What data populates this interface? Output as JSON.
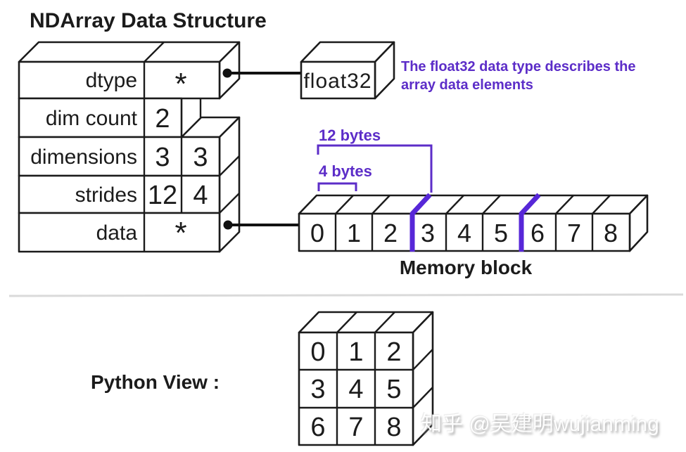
{
  "title": "NDArray Data Structure",
  "colors": {
    "purple_accent": "#5c2dc8",
    "purple_marker": "#5727d8",
    "outline": "#1b1b1b",
    "section_divider": "#dadada"
  },
  "ndarray_table": {
    "rows": [
      {
        "label": "dtype",
        "values": [
          "*"
        ]
      },
      {
        "label": "dim count",
        "values": [
          "2"
        ]
      },
      {
        "label": "dimensions",
        "values": [
          "3",
          "3"
        ]
      },
      {
        "label": "strides",
        "values": [
          "12",
          "4"
        ]
      },
      {
        "label": "data",
        "values": [
          "*"
        ]
      }
    ]
  },
  "float32_box": {
    "label": "float32"
  },
  "float32_note": {
    "line1": "The float32 data type describes the",
    "line2": "array data elements"
  },
  "byte_annotations": {
    "row_stride": "12 bytes",
    "element_size": "4 bytes"
  },
  "memory_block": {
    "cells": [
      "0",
      "1",
      "2",
      "3",
      "4",
      "5",
      "6",
      "7",
      "8"
    ],
    "label": "Memory block"
  },
  "python_view": {
    "label": "Python View :",
    "grid": [
      [
        "0",
        "1",
        "2"
      ],
      [
        "3",
        "4",
        "5"
      ],
      [
        "6",
        "7",
        "8"
      ]
    ]
  },
  "watermark": "知乎 @吴建明wujianming"
}
